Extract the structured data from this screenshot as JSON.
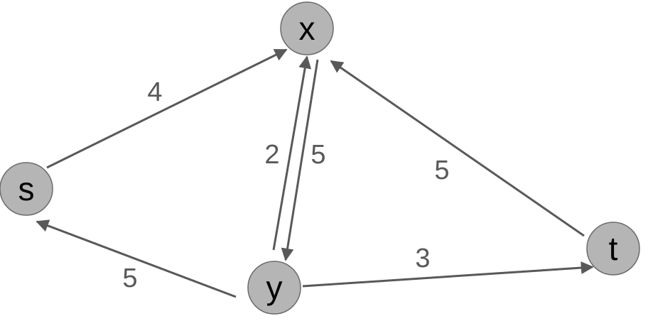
{
  "colors": {
    "node_fill": "#b5b5b5",
    "node_stroke": "#6b6b6b",
    "edge": "#595959",
    "label": "#000000",
    "weight": "#595959"
  },
  "nodes": [
    {
      "id": "x",
      "label": "x"
    },
    {
      "id": "s",
      "label": "s"
    },
    {
      "id": "y",
      "label": "y"
    },
    {
      "id": "t",
      "label": "t"
    }
  ],
  "edges": [
    {
      "from": "s",
      "to": "x",
      "weight": "4"
    },
    {
      "from": "y",
      "to": "x",
      "weight": "2"
    },
    {
      "from": "x",
      "to": "y",
      "weight": "5"
    },
    {
      "from": "t",
      "to": "x",
      "weight": "5"
    },
    {
      "from": "y",
      "to": "s",
      "weight": "5"
    },
    {
      "from": "y",
      "to": "t",
      "weight": "3"
    }
  ]
}
